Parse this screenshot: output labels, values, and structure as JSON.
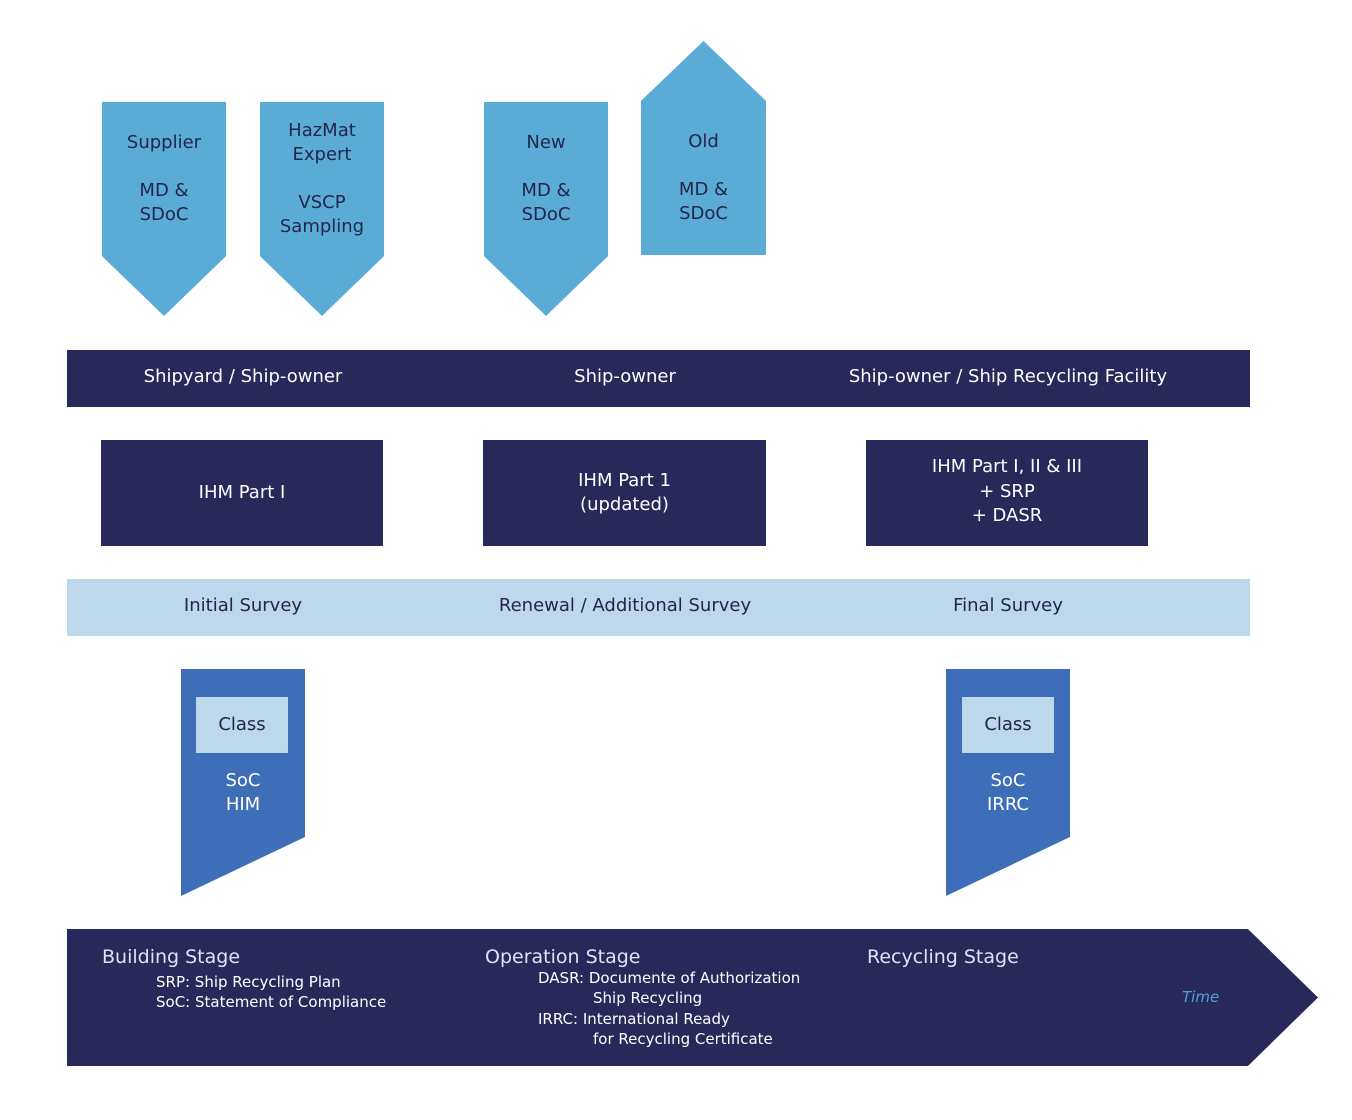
{
  "colors": {
    "top_arrows": "#5aabd6",
    "dark_band": "#29285a",
    "light_band": "#bcd8ea",
    "class_flag": "#3e6eb8"
  },
  "top_arrows": [
    {
      "line1": "Supplier",
      "line2": "MD &",
      "line3": "SDoC"
    },
    {
      "line1": "HazMat",
      "line1b": "Expert",
      "line2": "VSCP",
      "line3": "Sampling"
    },
    {
      "line1": "New",
      "line2": "MD &",
      "line3": "SDoC"
    },
    {
      "line1": "Old",
      "line2": "MD &",
      "line3": "SDoC"
    }
  ],
  "roles": [
    "Shipyard / Ship-owner",
    "Ship-owner",
    "Ship-owner / Ship Recycling Facility"
  ],
  "ihm_boxes": [
    {
      "lines": [
        "IHM Part I"
      ]
    },
    {
      "lines": [
        "IHM Part 1",
        "(updated)"
      ]
    },
    {
      "lines": [
        "IHM Part I, II & III",
        "+ SRP",
        "+ DASR"
      ]
    }
  ],
  "surveys": [
    "Initial Survey",
    "Renewal / Additional Survey",
    "Final Survey"
  ],
  "class_flags": [
    {
      "class_label": "Class",
      "line1": "SoC",
      "line2": "HIM"
    },
    {
      "class_label": "Class",
      "line1": "SoC",
      "line2": "IRRC"
    }
  ],
  "timeline": {
    "stages": [
      "Building Stage",
      "Operation Stage",
      "Recycling Stage"
    ],
    "building_notes": [
      "SRP: Ship Recycling Plan",
      "SoC: Statement of Compliance"
    ],
    "operation_notes": [
      "DASR: Documente of Authorization",
      "Ship Recycling",
      "IRRC: International Ready",
      "for Recycling Certificate"
    ],
    "time_label": "Time"
  }
}
